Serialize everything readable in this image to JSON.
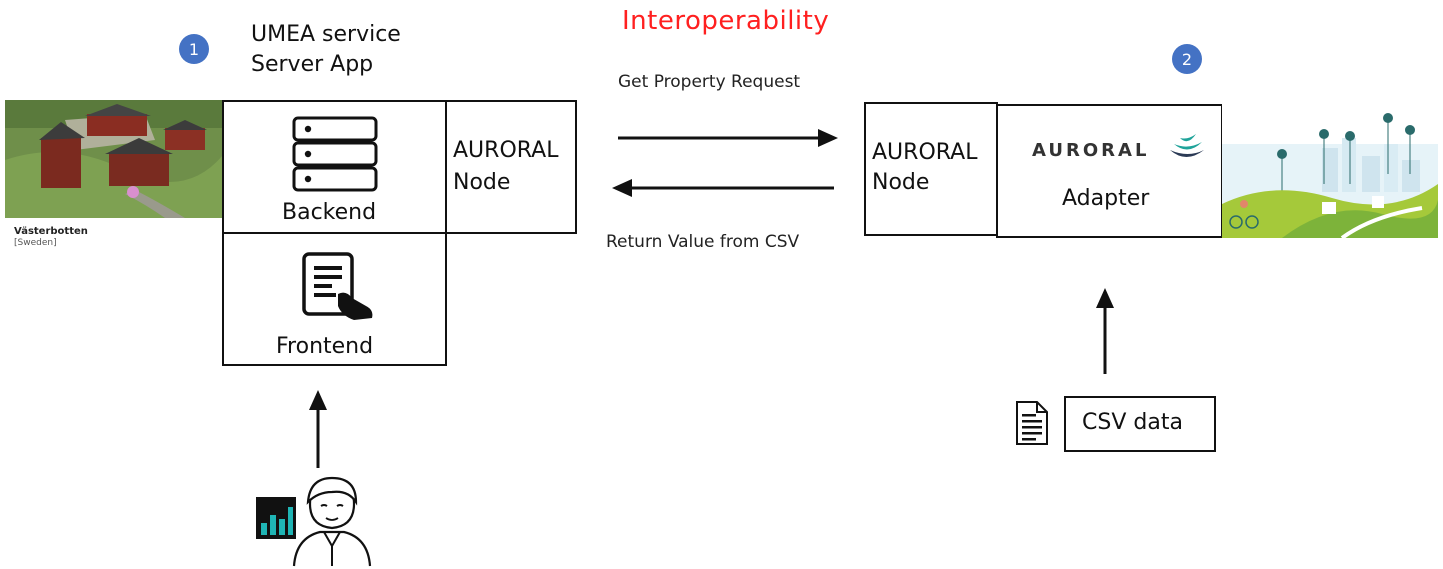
{
  "title": "Interoperability",
  "left": {
    "badge": "1",
    "heading_line1": "UMEA service",
    "heading_line2": "Server App",
    "backend_label": "Backend",
    "frontend_label": "Frontend",
    "node_line1": "AURORAL",
    "node_line2": "Node",
    "photo_caption_title": "Västerbotten",
    "photo_caption_sub": "[Sweden]"
  },
  "right": {
    "badge": "2",
    "node_line1": "AURORAL",
    "node_line2": "Node",
    "brand": "AURORAL",
    "adapter_label": "Adapter",
    "csv_label": "CSV data"
  },
  "arrows": {
    "request_label": "Get Property Request",
    "response_label": "Return Value from CSV"
  },
  "colors": {
    "title": "#ff2020",
    "badge": "#4472c4",
    "brand_accent": "#1fa39a",
    "chart_icon": "#1fb5b5"
  },
  "icons": [
    "server-icon",
    "tablet-touch-icon",
    "person-icon",
    "bar-chart-icon",
    "document-icon",
    "auroral-logo-icon"
  ]
}
